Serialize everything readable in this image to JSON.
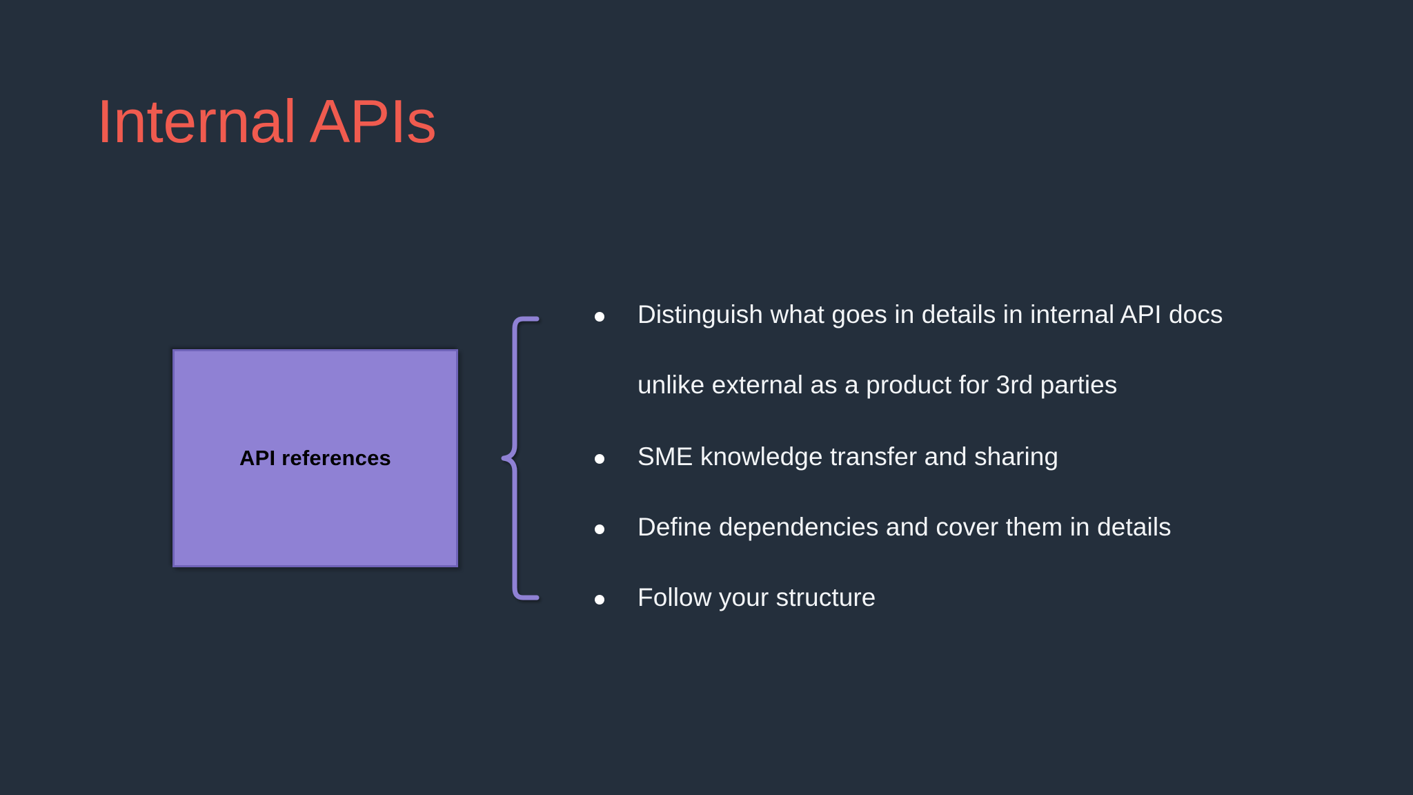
{
  "slide": {
    "title": "Internal APIs",
    "background_color": "#242F3C",
    "title_color": "#F05B4F"
  },
  "concept_box": {
    "label": "API references",
    "fill_color": "#8F81D4",
    "border_color": "#6F63B8",
    "text_color": "#000000"
  },
  "connector": {
    "type": "curly-brace",
    "orientation": "left-pointing",
    "color": "#8F81D4"
  },
  "bullets": [
    {
      "marker": true,
      "text": "Distinguish what goes in details in internal API docs"
    },
    {
      "marker": false,
      "text": "unlike external as a product for 3rd parties"
    },
    {
      "marker": true,
      "text": "SME knowledge transfer and sharing"
    },
    {
      "marker": true,
      "text": "Define dependencies and cover them in details"
    },
    {
      "marker": true,
      "text": "Follow your structure"
    }
  ]
}
